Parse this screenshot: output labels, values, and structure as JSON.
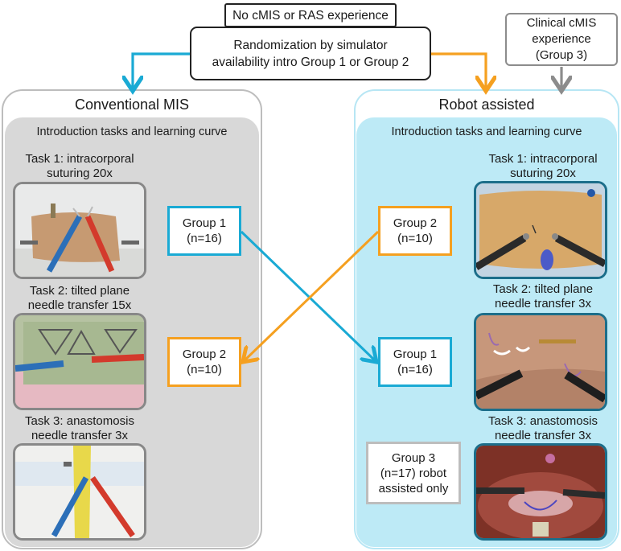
{
  "top": {
    "no_experience": "No cMIS or RAS experience",
    "randomization_line1": "Randomization by simulator",
    "randomization_line2": "availability intro Group 1 or Group 2",
    "clinical_line1": "Clinical cMIS",
    "clinical_line2": "experience",
    "clinical_line3": "(Group 3)"
  },
  "left_panel": {
    "title": "Conventional MIS",
    "subtitle": "Introduction tasks and learning curve",
    "task1_line1": "Task 1: intracorporal",
    "task1_line2": "suturing 20x",
    "task2_line1": "Task 2: tilted plane",
    "task2_line2": "needle transfer 15x",
    "task3_line1": "Task 3: anastomosis",
    "task3_line2": "needle transfer 3x"
  },
  "right_panel": {
    "title": "Robot assisted",
    "subtitle": "Introduction tasks and learning curve",
    "task1_line1": "Task 1: intracorporal",
    "task1_line2": "suturing 20x",
    "task2_line1": "Task 2: tilted plane",
    "task2_line2": "needle transfer 3x",
    "task3_line1": "Task 3: anastomosis",
    "task3_line2": "needle transfer 3x"
  },
  "groups": {
    "g1_left_name": "Group 1",
    "g1_left_n": "(n=16)",
    "g2_left_name": "Group 2",
    "g2_left_n": "(n=10)",
    "g2_right_name": "Group 2",
    "g2_right_n": "(n=10)",
    "g1_right_name": "Group 1",
    "g1_right_n": "(n=16)",
    "g3_line1": "Group 3",
    "g3_line2": "(n=17) robot",
    "g3_line3": "assisted only"
  },
  "colors": {
    "blue": "#1aaad4",
    "orange": "#f5a020",
    "gray": "#8c8c8c",
    "left_bg": "#d8d8d8",
    "right_bg": "#bdeaf6"
  }
}
